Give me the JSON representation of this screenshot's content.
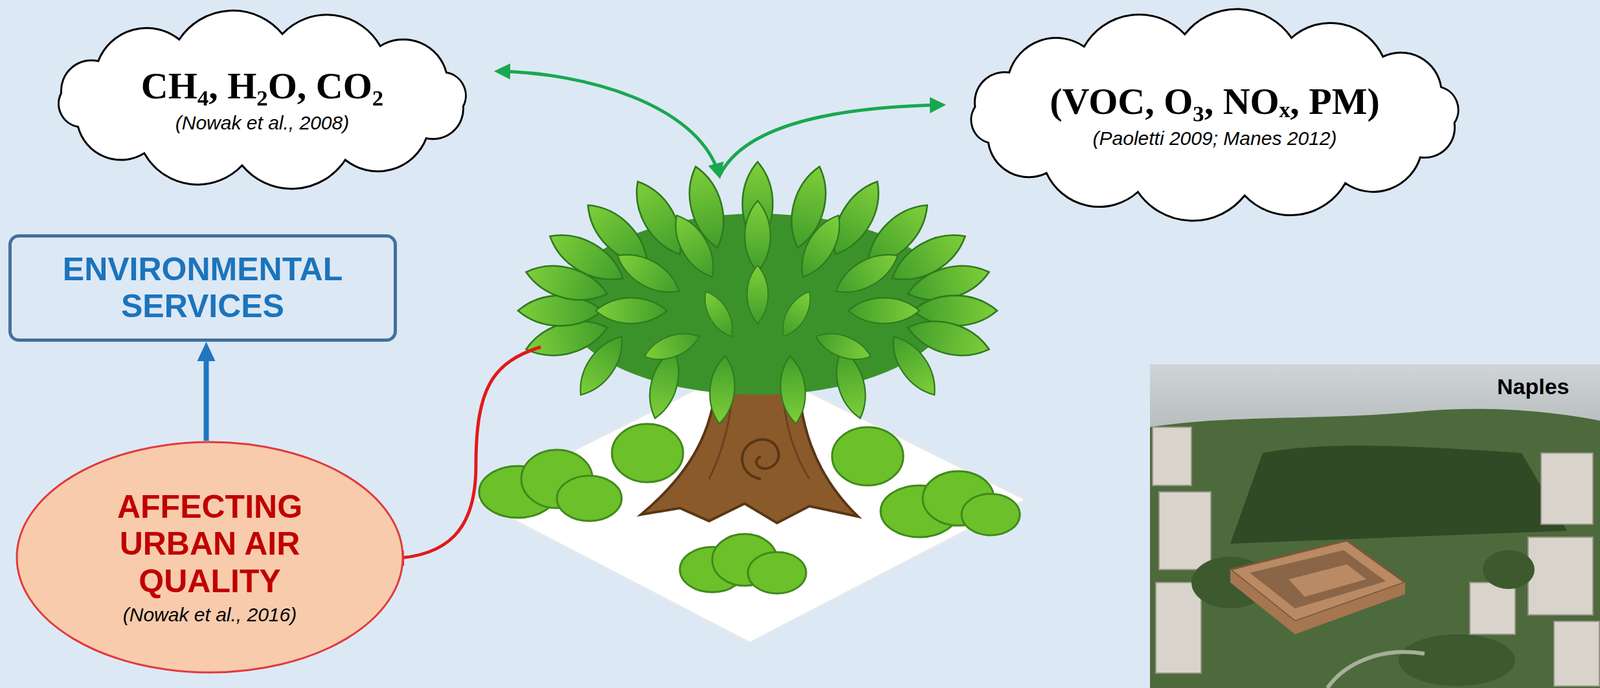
{
  "diagram": {
    "nodes": [
      {
        "text": [
          "CH₄, H₂O, CO₂",
          "(Nowak et al., 2008)"
        ]
      },
      {
        "text": [
          "(VOC, O₃, NOₓ, PM)",
          "(Paoletti 2009; Manes 2012)"
        ]
      },
      {
        "text": [
          "ENVIRONMENTAL SERVICES"
        ]
      },
      {
        "text": [
          "AFFECTING URBAN AIR QUALITY",
          "(Nowak et al., 2016)"
        ]
      }
    ],
    "edges": [
      {
        "from": 3,
        "to": 2,
        "arrow": "to"
      }
    ],
    "labels": [
      "Naples"
    ]
  }
}
